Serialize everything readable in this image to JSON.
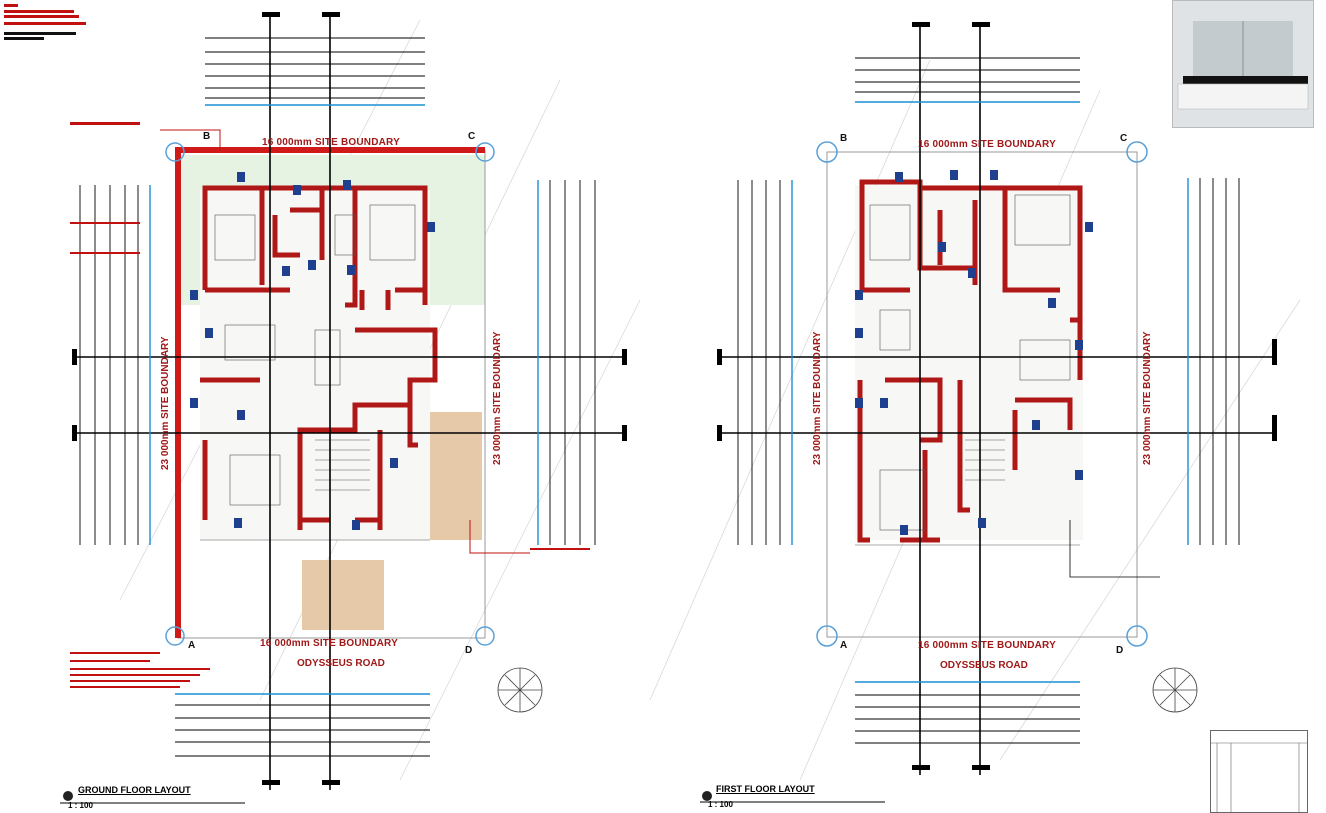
{
  "ground_floor": {
    "title": "GROUND FLOOR LAYOUT",
    "scale": "1 : 100",
    "boundary_top": "16 000mm SITE BOUNDARY",
    "boundary_bottom": "16 000mm SITE BOUNDARY",
    "boundary_left": "23 000mm SITE BOUNDARY",
    "boundary_right": "23 000mm SITE BOUNDARY",
    "road": "ODYSSEUS ROAD",
    "grid": [
      "A",
      "B",
      "C",
      "D"
    ]
  },
  "first_floor": {
    "title": "FIRST FLOOR LAYOUT",
    "scale": "1 : 100",
    "boundary_top": "16 000mm SITE BOUNDARY",
    "boundary_bottom": "16 000mm SITE BOUNDARY",
    "boundary_left": "23 000mm SITE BOUNDARY",
    "boundary_right": "23 000mm SITE BOUNDARY",
    "road": "ODYSSEUS ROAD",
    "grid": [
      "A",
      "B",
      "C",
      "D"
    ]
  },
  "colors": {
    "wall": "#b01818",
    "boundary": "#d01a1a",
    "dimension_blue": "#1a8fd6",
    "paving": "#e6c9a8",
    "garden": "#e7f3e2"
  }
}
